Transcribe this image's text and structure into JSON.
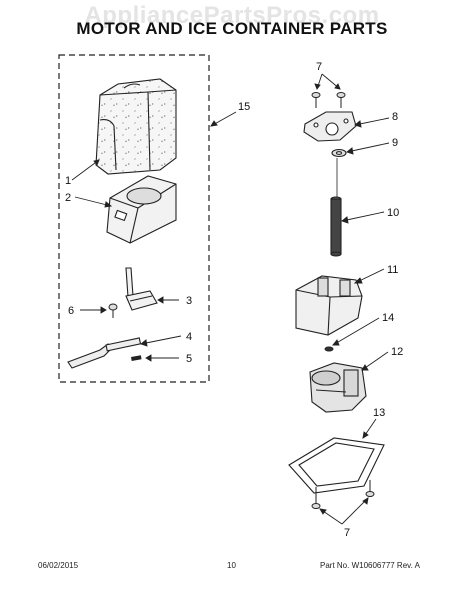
{
  "watermark": "AppliancePartsPros.com",
  "title": "MOTOR AND ICE CONTAINER PARTS",
  "callouts": {
    "c1": "1",
    "c2": "2",
    "c3": "3",
    "c4": "4",
    "c5": "5",
    "c6": "6",
    "c7a": "7",
    "c7b": "7",
    "c8": "8",
    "c9": "9",
    "c10": "10",
    "c11": "11",
    "c12": "12",
    "c13": "13",
    "c14": "14",
    "c15": "15"
  },
  "footer": {
    "date": "06/02/2015",
    "page": "10",
    "part_no": "Part No. W10606777  Rev. A"
  }
}
